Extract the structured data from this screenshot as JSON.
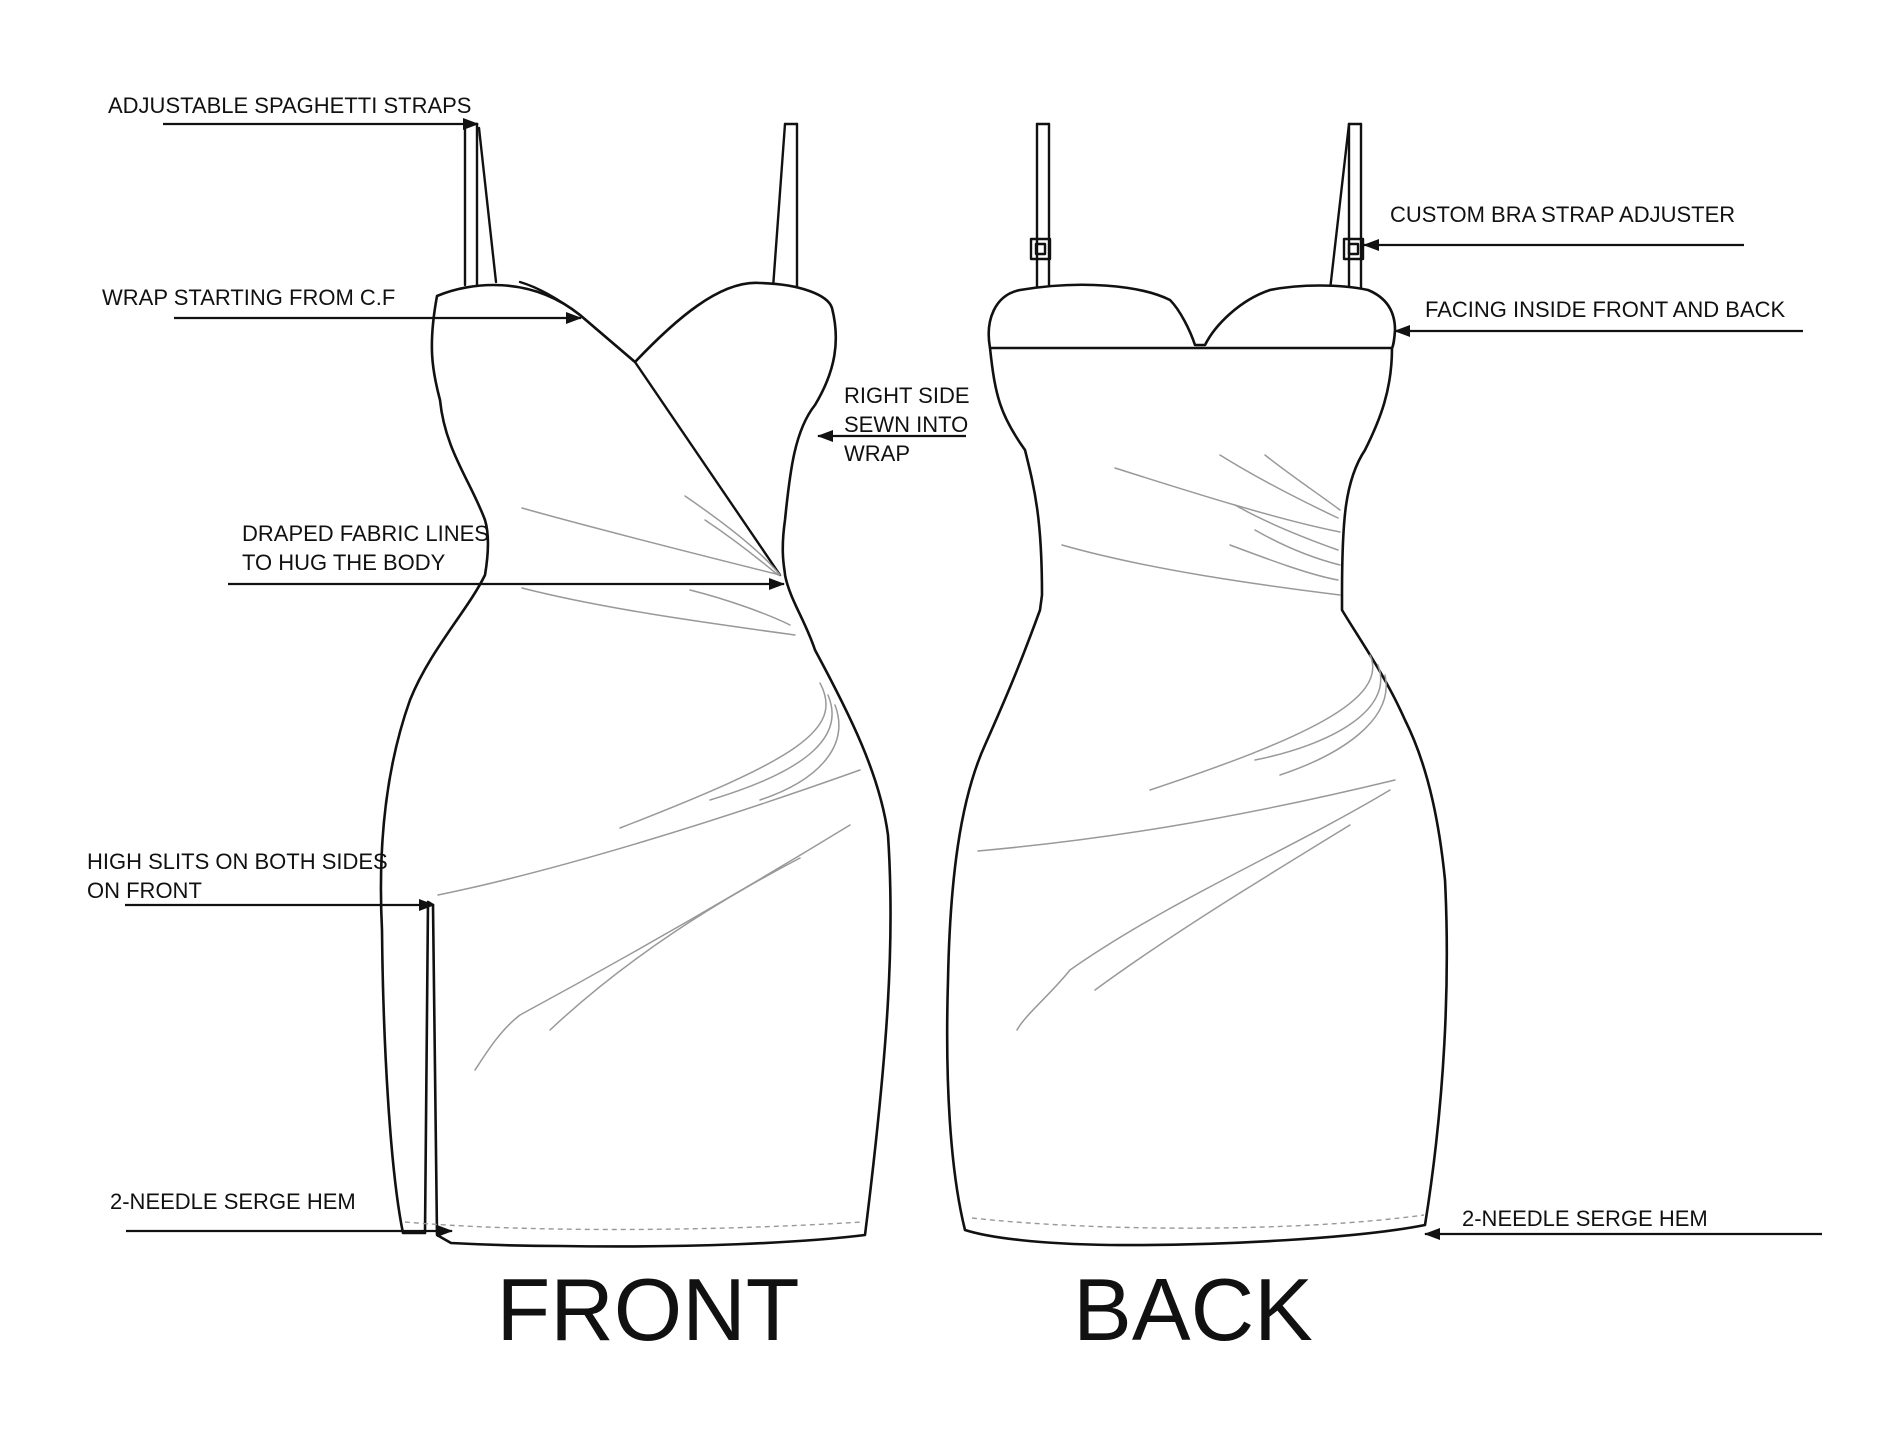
{
  "views": {
    "front": {
      "title": "FRONT"
    },
    "back": {
      "title": "BACK"
    }
  },
  "callouts": {
    "straps": {
      "line1": "ADJUSTABLE SPAGHETTI STRAPS"
    },
    "wrap": {
      "line1": "WRAP STARTING FROM C.F"
    },
    "right_side": {
      "line1": "RIGHT SIDE",
      "line2": "SEWN INTO",
      "line3": "WRAP"
    },
    "draped": {
      "line1": "DRAPED FABRIC LINES",
      "line2": "TO HUG THE BODY"
    },
    "slits": {
      "line1": "HIGH SLITS ON BOTH SIDES",
      "line2": "ON FRONT"
    },
    "hem_front": {
      "line1": "2-NEEDLE SERGE HEM"
    },
    "bra_adjuster": {
      "line1": "CUSTOM BRA STRAP ADJUSTER"
    },
    "facing": {
      "line1": "FACING INSIDE FRONT AND BACK"
    },
    "hem_back": {
      "line1": "2-NEEDLE SERGE HEM"
    }
  },
  "colors": {
    "ink": "#111111",
    "drape_lines": "#999999",
    "background": "#ffffff"
  }
}
